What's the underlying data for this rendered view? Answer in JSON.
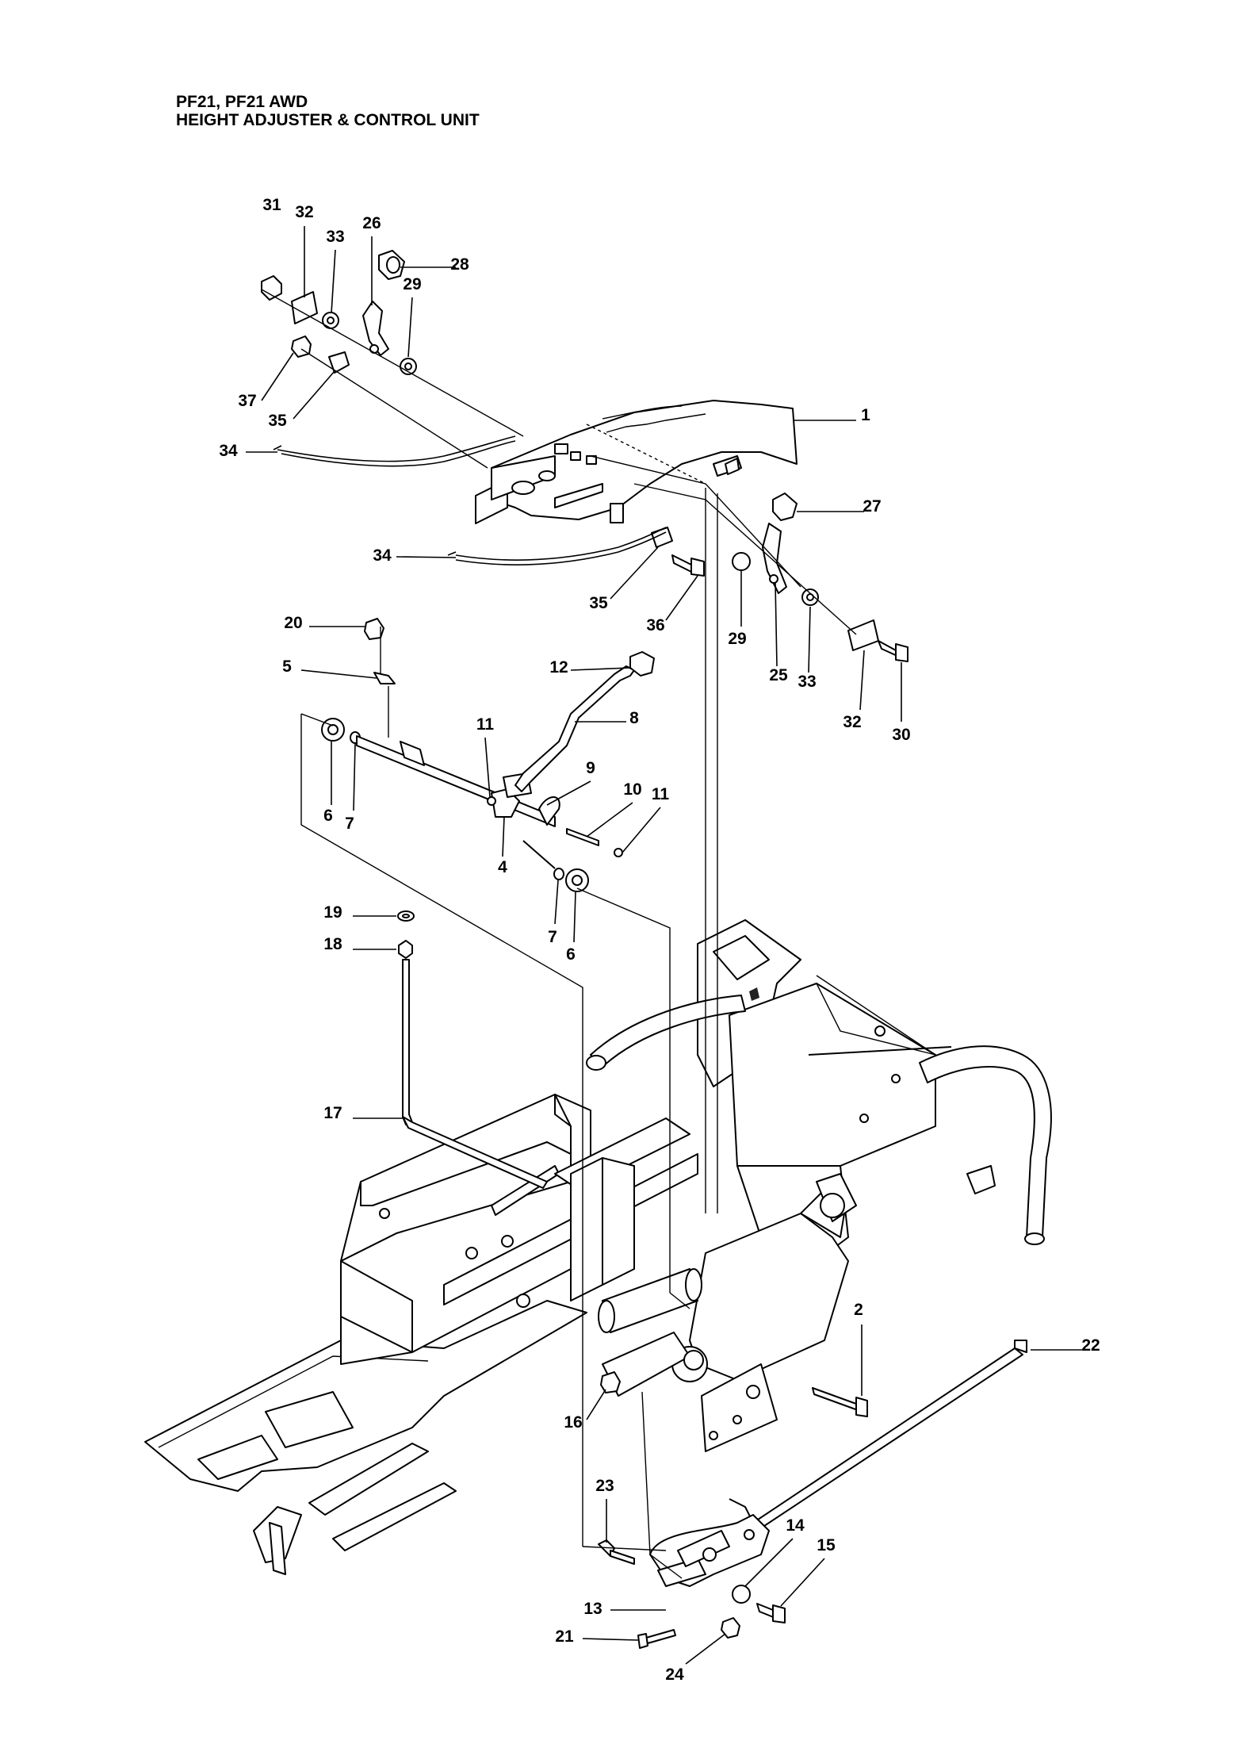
{
  "header": {
    "model": "PF21, PF21 AWD",
    "section": "HEIGHT ADJUSTER & CONTROL UNIT"
  },
  "callouts": [
    {
      "id": "c31",
      "label": "31"
    },
    {
      "id": "c32a",
      "label": "32"
    },
    {
      "id": "c33a",
      "label": "33"
    },
    {
      "id": "c26",
      "label": "26"
    },
    {
      "id": "c28",
      "label": "28"
    },
    {
      "id": "c29a",
      "label": "29"
    },
    {
      "id": "c37",
      "label": "37"
    },
    {
      "id": "c35a",
      "label": "35"
    },
    {
      "id": "c1",
      "label": "1"
    },
    {
      "id": "c34a",
      "label": "34"
    },
    {
      "id": "c27",
      "label": "27"
    },
    {
      "id": "c34b",
      "label": "34"
    },
    {
      "id": "c35b",
      "label": "35"
    },
    {
      "id": "c36",
      "label": "36"
    },
    {
      "id": "c29b",
      "label": "29"
    },
    {
      "id": "c25",
      "label": "25"
    },
    {
      "id": "c33b",
      "label": "33"
    },
    {
      "id": "c32b",
      "label": "32"
    },
    {
      "id": "c30",
      "label": "30"
    },
    {
      "id": "c20",
      "label": "20"
    },
    {
      "id": "c5",
      "label": "5"
    },
    {
      "id": "c12",
      "label": "12"
    },
    {
      "id": "c8",
      "label": "8"
    },
    {
      "id": "c11a",
      "label": "11"
    },
    {
      "id": "c9",
      "label": "9"
    },
    {
      "id": "c10",
      "label": "10"
    },
    {
      "id": "c11b",
      "label": "11"
    },
    {
      "id": "c6a",
      "label": "6"
    },
    {
      "id": "c7a",
      "label": "7"
    },
    {
      "id": "c4",
      "label": "4"
    },
    {
      "id": "c7b",
      "label": "7"
    },
    {
      "id": "c6b",
      "label": "6"
    },
    {
      "id": "c19",
      "label": "19"
    },
    {
      "id": "c18",
      "label": "18"
    },
    {
      "id": "c17",
      "label": "17"
    },
    {
      "id": "c2",
      "label": "2"
    },
    {
      "id": "c22",
      "label": "22"
    },
    {
      "id": "c16",
      "label": "16"
    },
    {
      "id": "c23",
      "label": "23"
    },
    {
      "id": "c14",
      "label": "14"
    },
    {
      "id": "c15",
      "label": "15"
    },
    {
      "id": "c13",
      "label": "13"
    },
    {
      "id": "c21",
      "label": "21"
    },
    {
      "id": "c24",
      "label": "24"
    }
  ]
}
